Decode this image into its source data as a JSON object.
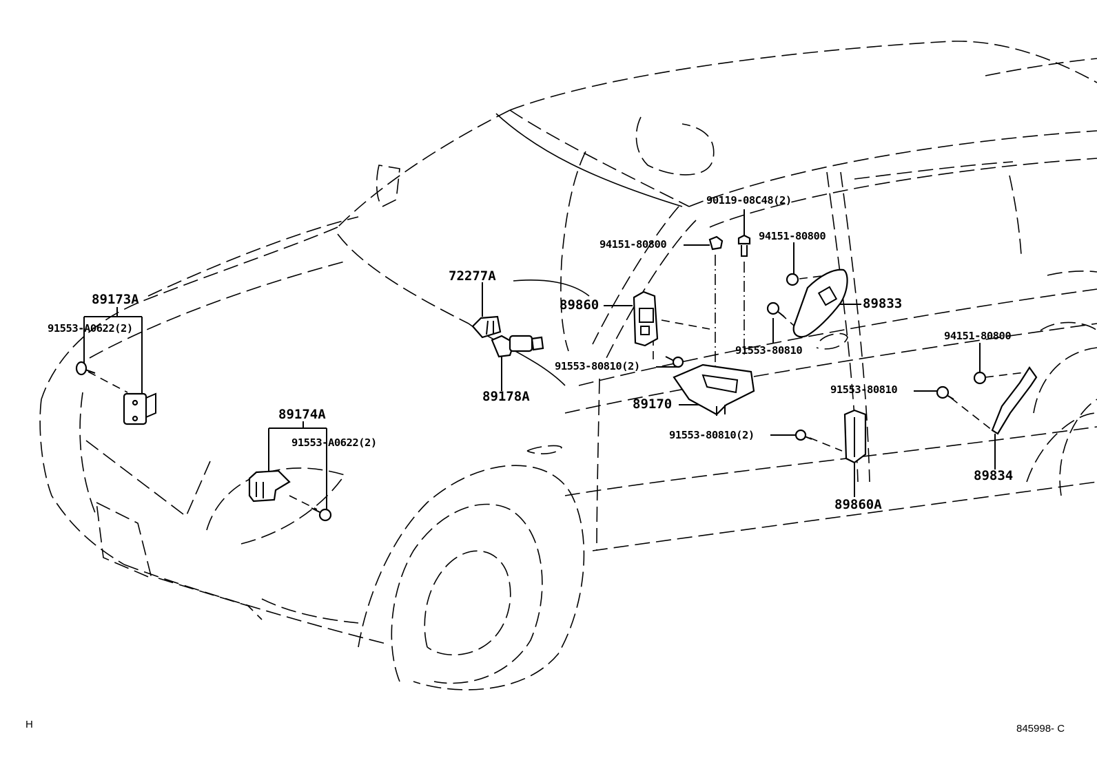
{
  "diagram": {
    "title": "Air bag sensor / SRS computer parts diagram",
    "parts": {
      "p89173A": "89173A",
      "p91553A0622_front_left": "91553-A0622(2)",
      "p89174A": "89174A",
      "p91553A0622_front_right": "91553-A0622(2)",
      "p72277A": "72277A",
      "p89178A": "89178A",
      "p89860": "89860",
      "p91553_80810_x2_center": "91553-80810(2)",
      "p89170": "89170",
      "p94151_80800_center": "94151-80800",
      "p90119_08C48": "90119-08C48(2)",
      "p94151_80800_upper_right": "94151-80800",
      "p89833": "89833",
      "p91553_80810_door": "91553-80810",
      "p94151_80800_rear": "94151-80800",
      "p91553_80810_rear": "91553-80810",
      "p91553_80810_x2_lower": "91553-80810(2)",
      "p89860A": "89860A",
      "p89834": "89834"
    },
    "footer": {
      "left_code": "H",
      "figure_id": "845998- C"
    }
  }
}
